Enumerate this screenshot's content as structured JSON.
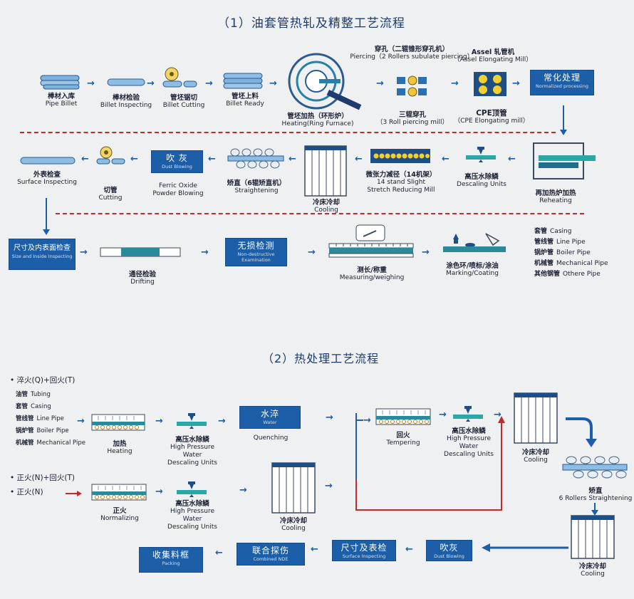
{
  "section1": {
    "title": "（1）油套管热轧及精整工艺流程",
    "steps": {
      "pipe_billet": {
        "cn": "棒材入库",
        "en": "Pipe Billet"
      },
      "billet_inspecting": {
        "cn": "棒材检验",
        "en": "Billet Inspecting"
      },
      "billet_cutting": {
        "cn": "管坯锯切",
        "en": "Billet Cutting"
      },
      "billet_ready": {
        "cn": "管坯上料",
        "en": "Billet Ready"
      },
      "heating": {
        "cn": "管坯加热（环形炉）",
        "en": "Heating(Ring Furnace)"
      },
      "piercing": {
        "cn": "穿孔（二辊锥形穿孔机）",
        "en": "Piercing（2 Rollers subulate piercing）"
      },
      "roll3": {
        "cn": "三辊穿孔",
        "en": "（3 Roll piercing mill）"
      },
      "assel": {
        "cn": "Assel 轧管机",
        "en": "（Assel Elongating Mill）"
      },
      "cpe": {
        "cn": "CPE顶管",
        "en": "（CPE Elongating mill）"
      },
      "normalized": {
        "cn": "常化处理",
        "en": "Normalized processing"
      },
      "reheating": {
        "cn": "再加热炉加热",
        "en": "Reheating"
      },
      "descaling": {
        "cn": "高压水除鳞",
        "en": "Descaling Units"
      },
      "stretch": {
        "cn": "微张力减径（14机架）",
        "en1": "14 stand Slight",
        "en2": "Stretch Reducing Mill"
      },
      "cooling": {
        "cn": "冷床冷却",
        "en": "Cooling"
      },
      "straightening": {
        "cn": "矫直（6辊矫直机）",
        "en": "Straightening"
      },
      "dust_blowing": {
        "cn": "吹 灰",
        "en": "Dust Blowing"
      },
      "ferric": {
        "en1": "Ferric Oxide",
        "en2": "Powder Blowing"
      },
      "cutting": {
        "cn": "切管",
        "en": "Cutting"
      },
      "surface": {
        "cn": "外表检查",
        "en": "Surface Inspecting"
      },
      "size_inside": {
        "cn": "尺寸及内表面检查",
        "en": "Size and Inside Inspecting"
      },
      "drifting": {
        "cn": "通径检验",
        "en": "Drifting"
      },
      "ndt": {
        "cn": "无损检测",
        "en": "Non-destructive Examination"
      },
      "measuring": {
        "cn": "测长/称重",
        "en": "Measuring/weighing"
      },
      "marking": {
        "cn": "涂色环/喷标/涂油",
        "en": "Marking/Coating"
      }
    },
    "products": [
      {
        "cn": "套管",
        "en": "Casing"
      },
      {
        "cn": "管线管",
        "en": "Line Pipe"
      },
      {
        "cn": "锅炉管",
        "en": "Boiler Pipe"
      },
      {
        "cn": "机械管",
        "en": "Mechanical Pipe"
      },
      {
        "cn": "其他钢管",
        "en": "Othere Pipe"
      }
    ]
  },
  "section2": {
    "title": "（2）热处理工艺流程",
    "qt_title": "• 淬火(Q)+回火(T)",
    "qt_products": [
      {
        "cn": "油管",
        "en": "Tubing"
      },
      {
        "cn": "套管",
        "en": "Casing"
      },
      {
        "cn": "管线管",
        "en": "Line Pipe"
      },
      {
        "cn": "锅炉管",
        "en": "Boiler Pipe"
      },
      {
        "cn": "机械管",
        "en": "Mechanical Pipe"
      }
    ],
    "nt_title": "• 正火(N)+回火(T)",
    "n_title": "• 正火(N)",
    "heating": {
      "cn": "加热",
      "en": "Heating"
    },
    "hp_descaling": {
      "cn": "高压水除鳞",
      "en1": "High Pressure",
      "en2": "Water",
      "en3": "Descaling Units"
    },
    "quench_box": {
      "cn": "水淬",
      "en": "Water"
    },
    "quenching": "Quenching",
    "tempering": {
      "cn": "回火",
      "en": "Tempering"
    },
    "cooling": {
      "cn": "冷床冷却",
      "en": "Cooling"
    },
    "straightening": {
      "cn": "矫直",
      "en": "6 Rollers Straightening"
    },
    "normalizing": {
      "cn": "正火",
      "en": "Normalizing"
    },
    "dust_blowing": {
      "cn": "吹灰",
      "en": "Dust Blowing"
    },
    "surface_inspecting": {
      "cn": "尺寸及表检",
      "en": "Surface Inspecting"
    },
    "combined_nde": {
      "cn": "联合探伤",
      "en": "Combined NDE"
    },
    "packing": {
      "cn": "收集料框",
      "en": "Packing"
    }
  }
}
